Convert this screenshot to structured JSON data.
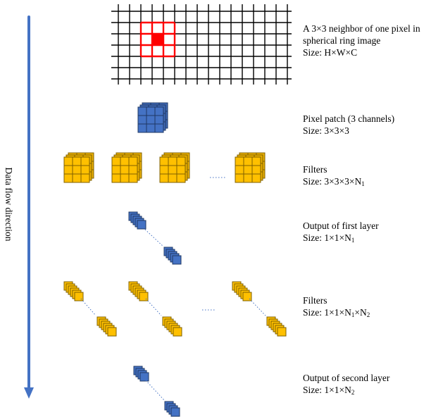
{
  "flow_label": "Data flow direction",
  "colors": {
    "arrow": "#4472C4",
    "blue_fill": "#4472C4",
    "blue_stroke": "#1F3864",
    "yellow_fill": "#FFC000",
    "yellow_stroke": "#7F6000",
    "highlight_red": "#FF0000",
    "grid": "#000000"
  },
  "stages": [
    {
      "line1": "A 3×3 neighbor of one pixel in",
      "line2": "spherical ring image",
      "size_prefix": "Size: H×W×C",
      "size_sub": ""
    },
    {
      "line1": "Pixel patch (3 channels)",
      "line2": "",
      "size_prefix": "Size: 3×3×3",
      "size_sub": ""
    },
    {
      "line1": "Filters",
      "line2": "",
      "size_prefix": "Size: 3×3×3×N",
      "size_sub": "1"
    },
    {
      "line1": "Output of first layer",
      "line2": "",
      "size_prefix": "Size: 1×1×N",
      "size_sub": "1"
    },
    {
      "line1": "Filters",
      "line2": "",
      "size_prefix": "Size: 1×1×N",
      "size_sub": "1",
      "size_mid": "×N",
      "size_sub2": "2"
    },
    {
      "line1": "Output of second layer",
      "line2": "",
      "size_prefix": "Size: 1×1×N",
      "size_sub": "2"
    }
  ]
}
